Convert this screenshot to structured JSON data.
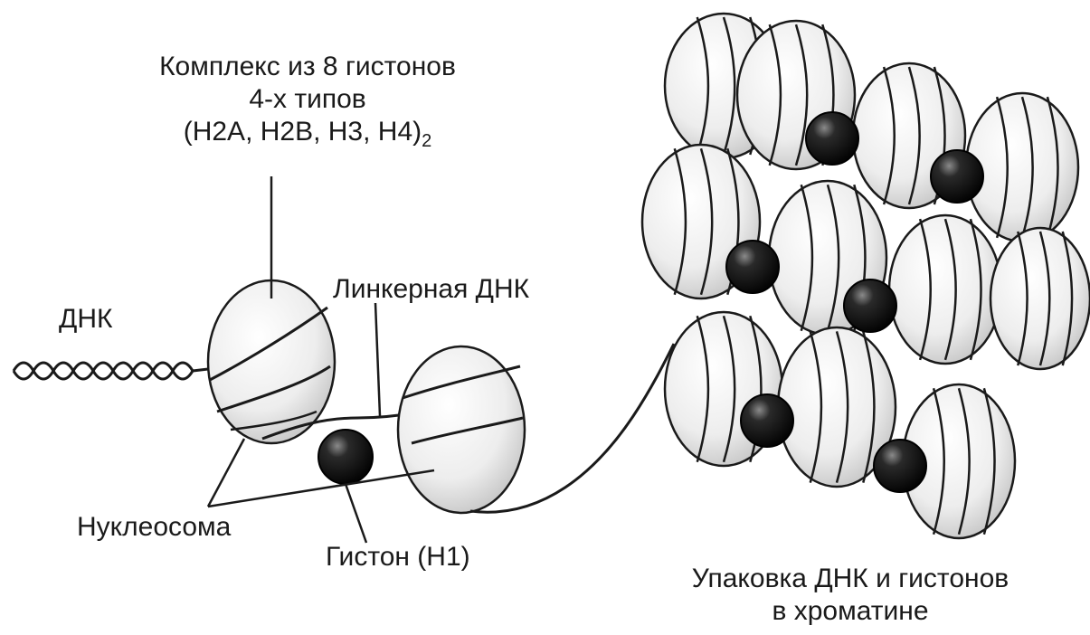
{
  "labels": {
    "histone_complex_line1": "Комплекс из 8 гистонов",
    "histone_complex_line2": "4-х типов",
    "histone_complex_line3": "(H2A, H2B, H3, H4)",
    "histone_complex_subscript": "2",
    "dna": "ДНК",
    "linker_dna": "Линкерная ДНК",
    "nucleosome": "Нуклеосома",
    "histone_h1": "Гистон (H1)",
    "chromatin_line1": "Упаковка ДНК и гистонов",
    "chromatin_line2": "в хроматине"
  },
  "colors": {
    "ink": "#1a1a1a",
    "bead_light": "#f2f2f2",
    "bead_shade": "#c9c9c9",
    "h1_dark": "#111111"
  }
}
